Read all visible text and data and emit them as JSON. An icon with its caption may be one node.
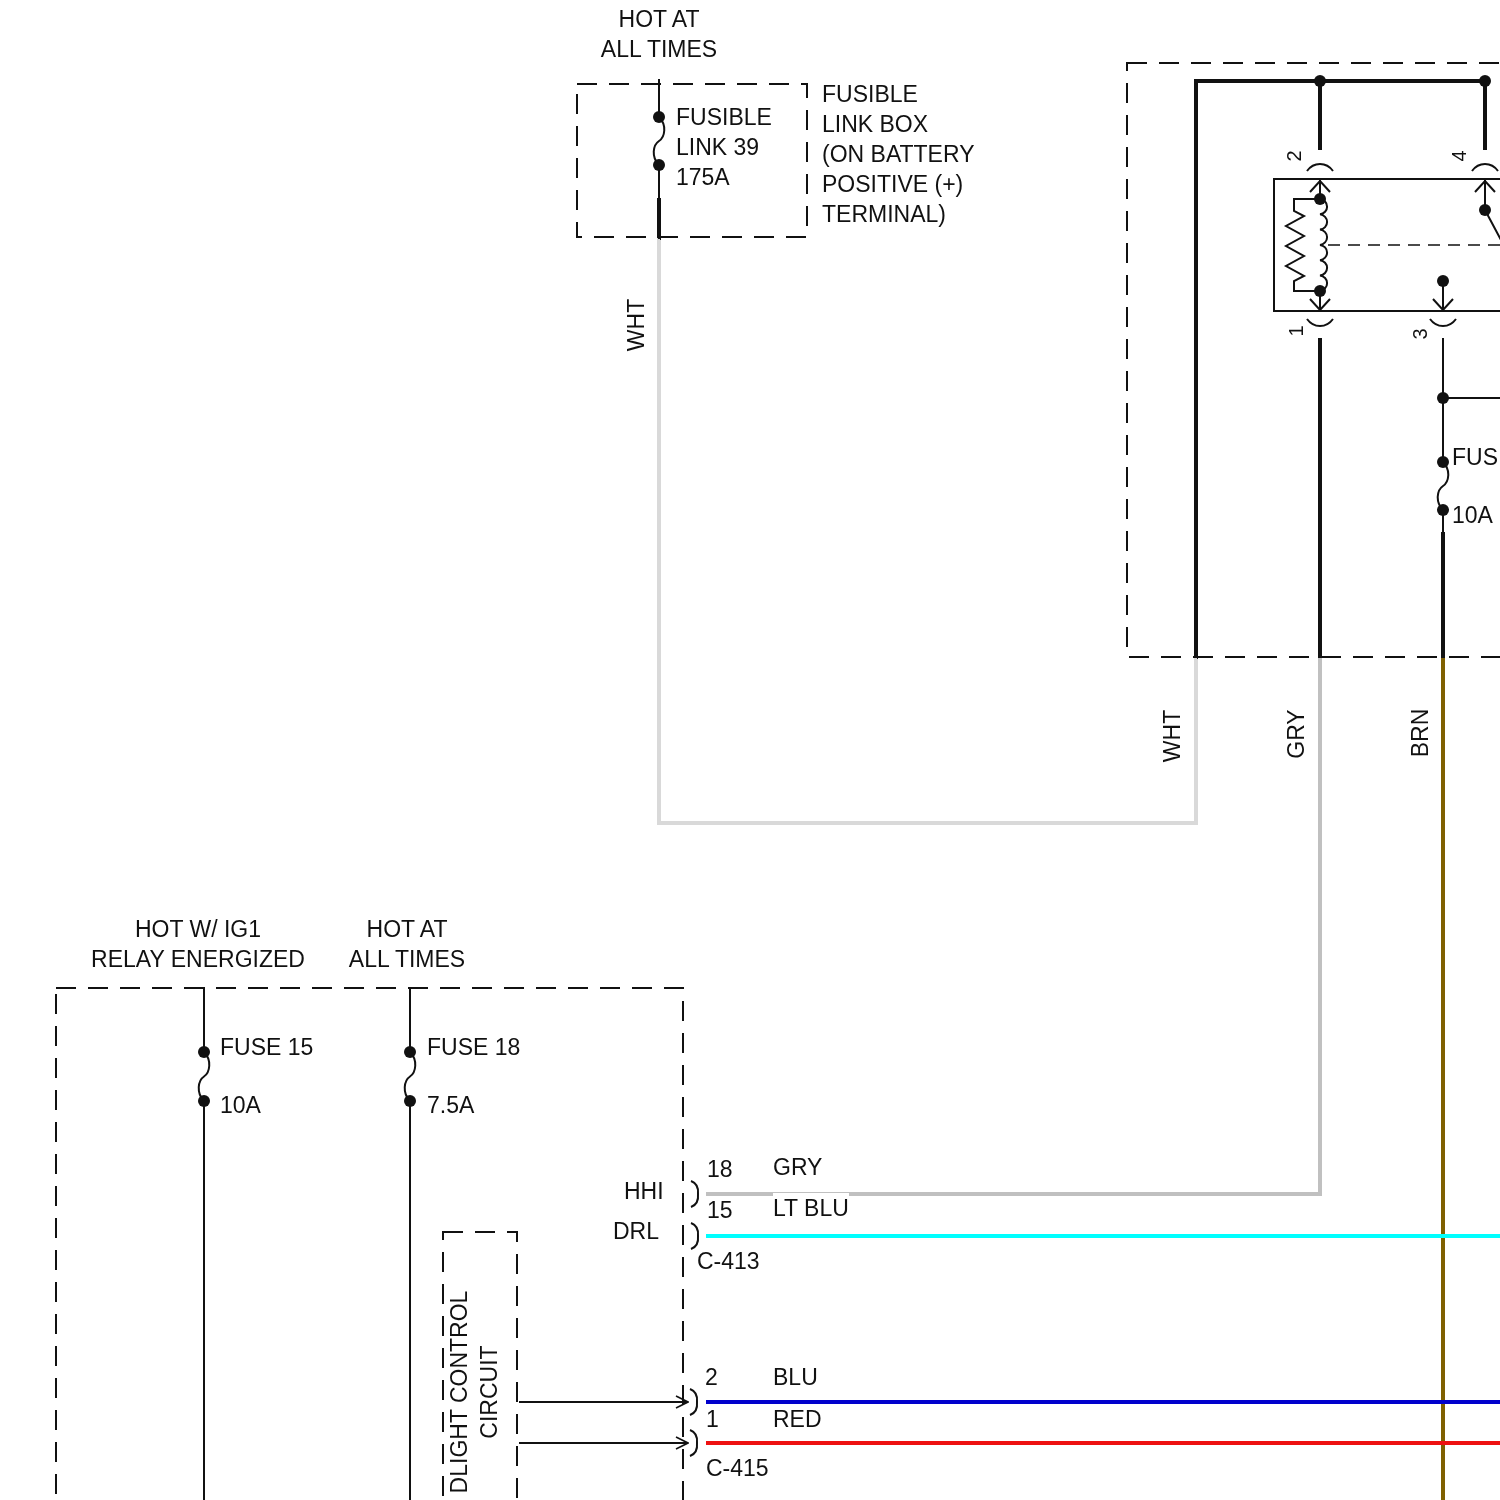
{
  "diagram": {
    "nodes": [
      {
        "text": [
          "FUSIBLE LINK BOX (ON BATTERY POSITIVE (+) TERMINAL)"
        ],
        "beside": [
          "HOT AT ALL TIMES"
        ]
      },
      {
        "text": [
          "FUSIBLE LINK 39 175A"
        ],
        "in": 0
      },
      {
        "text": [],
        "shape": "box"
      },
      {
        "text": [],
        "shape": "box",
        "in": 2,
        "beside": [
          "2",
          "4",
          "1",
          "3"
        ]
      },
      {
        "text": [
          "FUS",
          "10A"
        ],
        "in": 2
      },
      {
        "text": [],
        "shape": "box"
      },
      {
        "text": [
          "FUSE 15",
          "10A"
        ],
        "in": 5,
        "beside": [
          "HOT W/ IG1 RELAY ENERGIZED"
        ]
      },
      {
        "text": [
          "FUSE 18",
          "7.5A"
        ],
        "in": 5,
        "beside": [
          "HOT AT ALL TIMES"
        ]
      },
      {
        "text": [
          "DLIGHT CONTROL CIRCUIT"
        ],
        "in": 5
      },
      {
        "text": [
          "HHI"
        ],
        "in": 5,
        "beside": [
          "18"
        ]
      },
      {
        "text": [
          "DRL"
        ],
        "in": 5,
        "beside": [
          "15"
        ]
      },
      {
        "text": [],
        "shape": "connector",
        "beside": [
          "2"
        ]
      },
      {
        "text": [],
        "shape": "connector",
        "beside": [
          "1"
        ]
      }
    ],
    "edges": [
      {
        "from": 0,
        "to": 1,
        "arrow": "none"
      },
      {
        "from": 1,
        "to": 3,
        "arrow": "none",
        "label": "WHT",
        "color": "#d9d9d9"
      },
      {
        "from": 1,
        "to": 3,
        "arrow": "none",
        "color": "#d9d9d9"
      },
      {
        "from": 3,
        "to": 4,
        "arrow": "none"
      },
      {
        "from": 3,
        "to": null,
        "arrow": "none"
      },
      {
        "from": 3,
        "to": 9,
        "arrow": "none",
        "label": "GRY",
        "color": "#c0c0c0"
      },
      {
        "from": 4,
        "to": null,
        "arrow": "none",
        "label": "BRN",
        "color": "#7f6000"
      },
      {
        "from": 5,
        "to": 6,
        "arrow": "none"
      },
      {
        "from": 5,
        "to": 7,
        "arrow": "none"
      },
      {
        "from": 6,
        "to": null,
        "arrow": "none"
      },
      {
        "from": 7,
        "to": null,
        "arrow": "none"
      },
      {
        "from": 10,
        "to": null,
        "arrow": "none",
        "label": "LT BLU",
        "color": "#00ffff"
      },
      {
        "from": 8,
        "to": 11,
        "arrow": "to"
      },
      {
        "from": 8,
        "to": 12,
        "arrow": "to"
      },
      {
        "from": 11,
        "to": null,
        "arrow": "none",
        "label": "BLU",
        "color": "#0000cc"
      },
      {
        "from": 12,
        "to": null,
        "arrow": "none",
        "label": "RED",
        "color": "#ee1111"
      }
    ],
    "labels": [
      "WHT",
      "GRY",
      "C-413",
      "C-415"
    ]
  }
}
